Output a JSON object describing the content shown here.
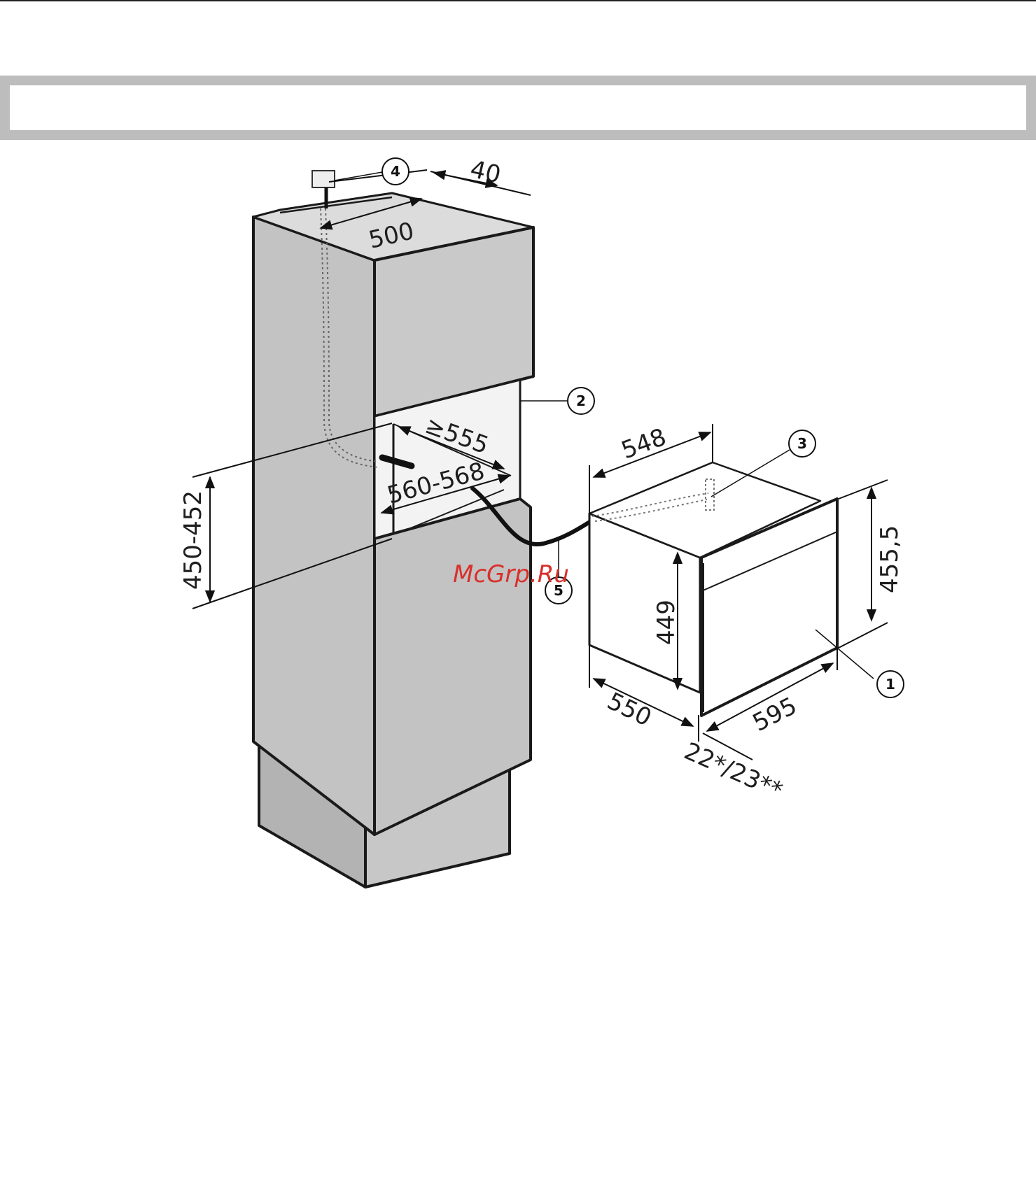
{
  "dimensions": {
    "top_depth": "40",
    "top_width": "500",
    "niche_depth": "≥555",
    "niche_width": "560-568",
    "niche_height": "450-452",
    "appliance_depth_top": "548",
    "appliance_height_front": "455,5",
    "appliance_height_body": "449",
    "appliance_depth_bottom": "550",
    "appliance_width": "595",
    "front_thickness": "22*/23**"
  },
  "callouts": {
    "c1": "1",
    "c2": "2",
    "c3": "3",
    "c4": "4",
    "c5": "5"
  },
  "watermark": "McGrp.Ru",
  "colors": {
    "cabinet_fill": "#c3c3c3",
    "cabinet_dark": "#a9a9a9",
    "outline": "#1a1a1a",
    "header_band": "#bdbdbd",
    "watermark": "#d9302b"
  }
}
